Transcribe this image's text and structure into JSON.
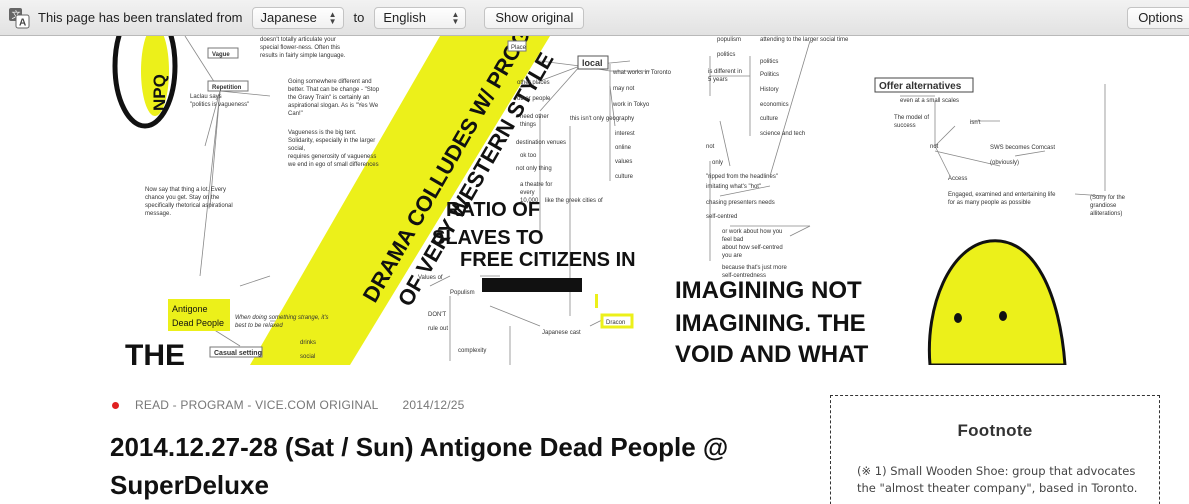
{
  "translate_bar": {
    "message": "This page has been translated from",
    "from_language": "Japanese",
    "to_word": "to",
    "to_language": "English",
    "show_original": "Show original",
    "options": "Options"
  },
  "hero": {
    "handwritten": {
      "npq": "NPQ",
      "diagonal_1": "DRAMA COLLUDES W/ PROGRAM",
      "diagonal_2": "OF VERY WESTERN STYLE",
      "ratio_1": "RATIO OF",
      "ratio_2": "SLAVES TO",
      "ratio_3": "FREE CITIZENS IN",
      "imagining_1": "IMAGINING NOT",
      "imagining_2": "IMAGINING. THE",
      "imagining_3": "VOID AND WHAT",
      "the": "THE"
    },
    "nodes": {
      "local": "local",
      "offer_alternatives": "Offer alternatives",
      "antigone_1": "Antigone",
      "antigone_2": "Dead People",
      "casual_setting": "Casual setting",
      "vague": "Vague",
      "repetition": "Repetition",
      "place": "Place",
      "draco": "Dracon",
      "even_small": "even at a small scales",
      "model_success_1": "The model of",
      "model_success_2": "success",
      "isnt": "isn't",
      "sws_comcast": "SWS becomes Comcast",
      "obviously": "(obviously)",
      "access": "Access",
      "engaged_1": "Engaged, examined and entertaining life",
      "engaged_2": "for as many people as possible",
      "sorry_1": "(Sorry for the",
      "sorry_2": "grandiose",
      "sorry_3": "alliterations)",
      "what_works": "what works in Toronto",
      "may_not": "may not",
      "work_tokyo": "work in Tokyo",
      "not_geo": "this isn't only geography",
      "interest": "interest",
      "online": "online",
      "values": "values",
      "culture": "culture",
      "other_places": "other places",
      "other_people": "other people",
      "need_other": "need other",
      "things": "things",
      "destination": "destination venues",
      "ok_too": "ok too",
      "not_only": "not only thing",
      "theatre_1": "a theatre for",
      "theatre_2": "every",
      "theatre_3": "10,000",
      "greek": "like the greek cities of",
      "populism": "populism",
      "politics": "politics",
      "politics2": "Politics",
      "history": "History",
      "economics": "economics",
      "culture2": "culture",
      "sci_tech": "science and tech",
      "different_1": "is different in",
      "different_2": "5 years",
      "not": "not",
      "only": "only",
      "ripped": "\"ripped from the headlines\"",
      "imitating": "imitating what's \"hot\"",
      "chasing": "chasing presenters needs",
      "self_centred": "self-centred",
      "work_about_1": "or work about how you",
      "work_about_2": "feel bad",
      "work_about_3": "about how self-centred",
      "work_about_4": "you are",
      "because_1": "because that's just more",
      "because_2": "self-centredness",
      "attending": "attending to the larger social time",
      "values_of": "Values of",
      "populism2": "Populism",
      "dont": "DON'T",
      "rule_out": "rule out",
      "complexity": "complexity",
      "japanese_cast": "Japanese cast",
      "drinks": "drinks",
      "social": "social",
      "when_doing_1": "When doing something strange, it's",
      "when_doing_2": "best to be relaxed",
      "going_1": "Going somewhere different and",
      "going_2": "better. That can be change - \"Stop",
      "going_3": "the Gravy Train\" is certainly an",
      "going_4": "aspirational slogan. As is \"Yes We",
      "going_5": "Can!\"",
      "vagueness_1": "Vagueness is the big tent.",
      "vagueness_2": "Solidarity, especially in the larger",
      "vagueness_3": "social,",
      "vagueness_4": "requires generosity of vagueness",
      "vagueness_5": "we end in ego of small differences",
      "laclau_1": "Laclau says",
      "laclau_2": "\"politics is vagueness\"",
      "now_say_1": "Now say that thing a lot. Every",
      "now_say_2": "chance you get. Stay on the",
      "now_say_3": "specifically rhetorical aspirational",
      "now_say_4": "message.",
      "doesnt_1": "doesn't totally articulate your",
      "doesnt_2": "special flower-ness. Often this",
      "doesnt_3": "results in fairly simple language."
    }
  },
  "article": {
    "category": "READ - PROGRAM - VICE.COM ORIGINAL",
    "date": "2014/12/25",
    "title_line1": "2014.12.27-28 (Sat / Sun) Antigone Dead People @",
    "title_line2": "SuperDeluxe"
  },
  "footnote": {
    "heading": "Footnote",
    "line1": "(※ 1) Small Wooden Shoe: group that advocates",
    "line2": "the \"almost theater company\", based in Toronto."
  },
  "colors": {
    "highlight_yellow": "#ecf01a",
    "accent_red": "#e02020"
  }
}
